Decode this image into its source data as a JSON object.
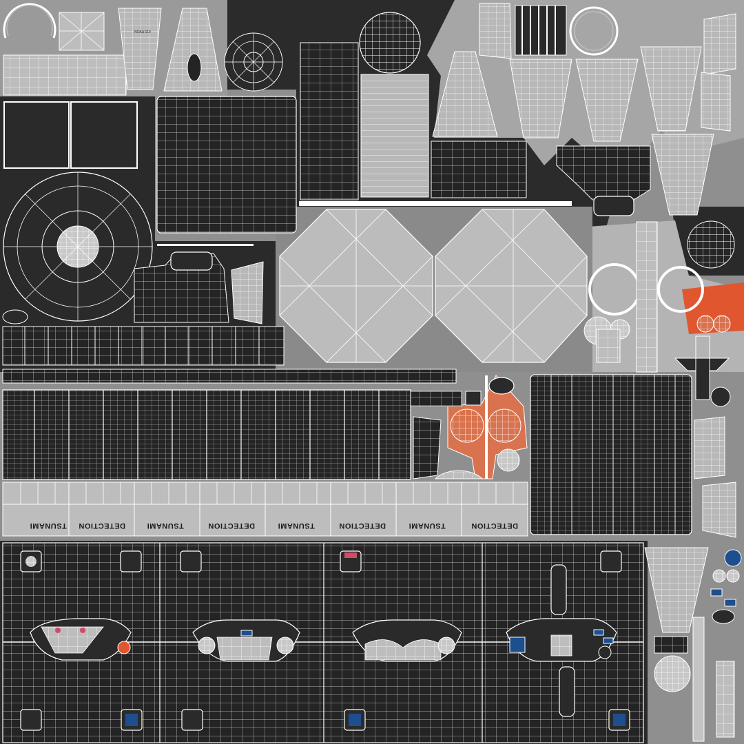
{
  "texture": {
    "type": "uv-layout-texture",
    "background_color": "#8f8f8f",
    "island_dark_color": "#242424",
    "island_light_color": "#a8a8a8",
    "wire_color": "#ffffff",
    "accent_orange": "#e0572f",
    "accent_salmon": "#d9734f",
    "accent_blue": "#1d4f8f",
    "accent_pink": "#d24a6a"
  },
  "labels": {
    "banner_texts": [
      "TSUNAMI",
      "DETECTION",
      "TSUNAMI",
      "DETECTION",
      "TSUNAMI",
      "DETECTION",
      "TSUNAMI",
      "DETECTION"
    ],
    "small_plate": "NOAA 619"
  }
}
